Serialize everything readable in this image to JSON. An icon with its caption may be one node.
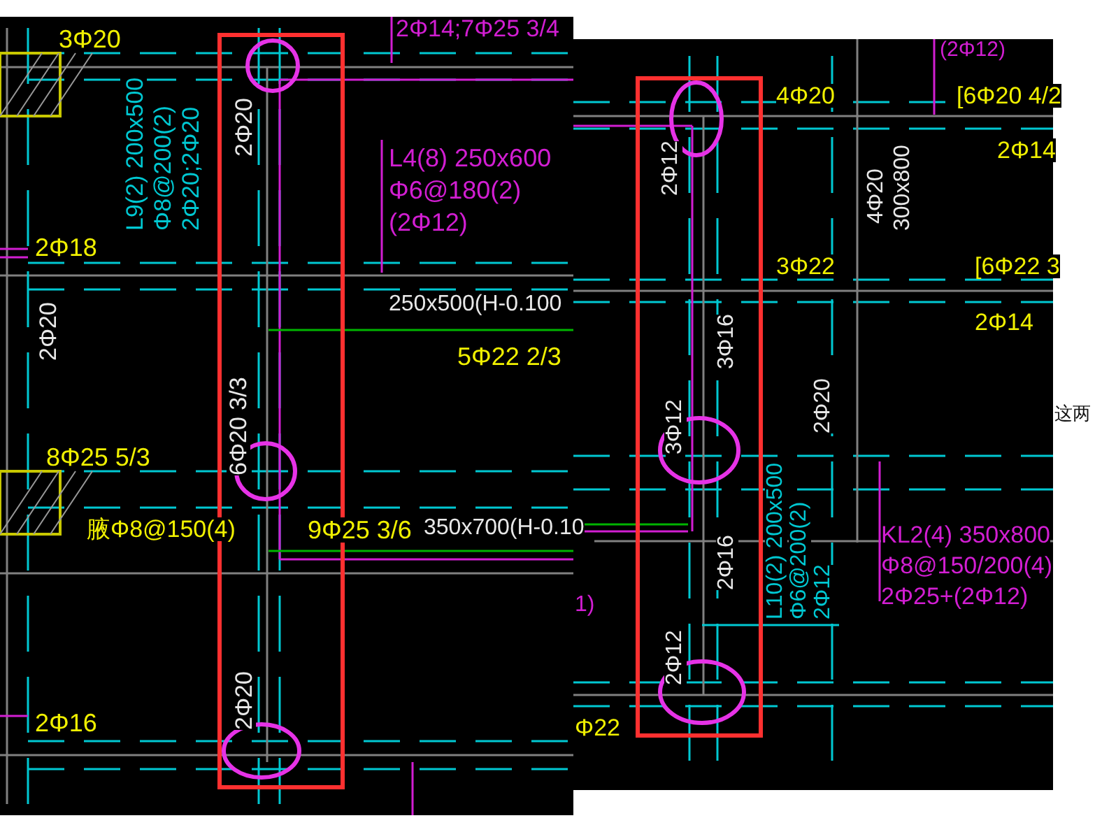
{
  "diagram": {
    "labels": [
      "2Φ14;7Φ25 3/4",
      "3Φ20",
      "L9(2) 200x500",
      "Φ8@200(2)",
      "2Φ20;2Φ20",
      "2Φ20",
      "L4(8) 250x600",
      "Φ6@180(2)",
      "(2Φ12)",
      "2Φ18",
      "2Φ20",
      "250x500(H-0.100",
      "5Φ22 2/3",
      "6Φ20 3/3",
      "8Φ25 5/3",
      "腋Φ8@150(4)",
      "9Φ25 3/6",
      "350x700(H-0.10",
      "1)",
      "2Φ20",
      "2Φ16",
      "(2Φ12)",
      "4Φ20",
      "[6Φ20 4/2",
      "2Φ14",
      "2Φ12",
      "4Φ20",
      "300x800",
      "3Φ22",
      "[6Φ22 3",
      "2Φ14",
      "3Φ16",
      "3Φ12",
      "2Φ20",
      "L10(2) 200x500",
      "Φ6@200(2)",
      "2Φ12",
      "KL2(4) 350x800",
      "Φ8@150/200(4)",
      "2Φ25+(2Φ12)",
      "2Φ16",
      "2Φ12",
      "Φ22",
      "这两"
    ]
  }
}
